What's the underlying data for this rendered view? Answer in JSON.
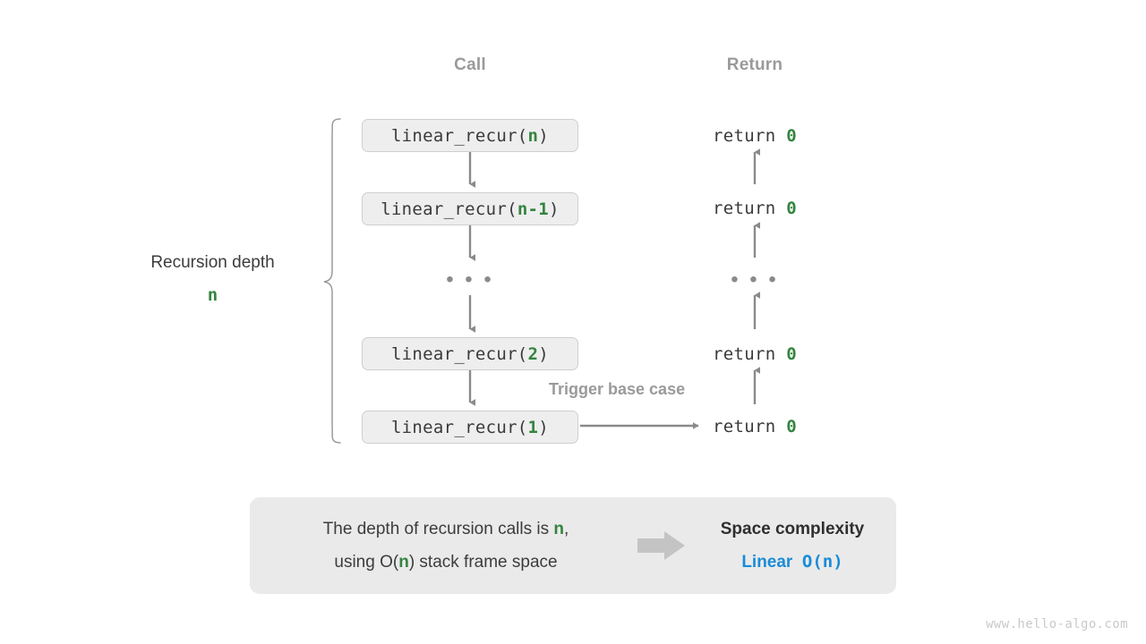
{
  "columns": {
    "call_header": "Call",
    "return_header": "Return"
  },
  "colors": {
    "accent_green": "#34843f",
    "accent_blue": "#1a8cd8",
    "stroke_gray": "#8a8a8a",
    "box_fill": "#eeeeee",
    "panel_fill": "#eaeaea"
  },
  "call_stack": [
    {
      "prefix": "linear_recur(",
      "arg": "n",
      "suffix": ")"
    },
    {
      "prefix": "linear_recur(",
      "arg": "n-1",
      "suffix": ")"
    },
    {
      "prefix": "linear_recur(",
      "arg": "2",
      "suffix": ")"
    },
    {
      "prefix": "linear_recur(",
      "arg": "1",
      "suffix": ")"
    }
  ],
  "returns": [
    {
      "text": "return ",
      "value": "0"
    },
    {
      "text": "return ",
      "value": "0"
    },
    {
      "text": "return ",
      "value": "0"
    },
    {
      "text": "return ",
      "value": "0"
    }
  ],
  "ellipsis": "• • •",
  "depth": {
    "title": "Recursion depth",
    "value": "n"
  },
  "trigger_label": "Trigger base case",
  "summary": {
    "line1_a": "The depth of recursion calls is ",
    "line1_n": "n",
    "line1_b": ",",
    "line2_a": "using O(",
    "line2_n": "n",
    "line2_b": ") stack frame space",
    "complexity_title": "Space complexity",
    "complexity_name": "Linear",
    "complexity_notation": "O(n)"
  },
  "watermark": "www.hello-algo.com"
}
